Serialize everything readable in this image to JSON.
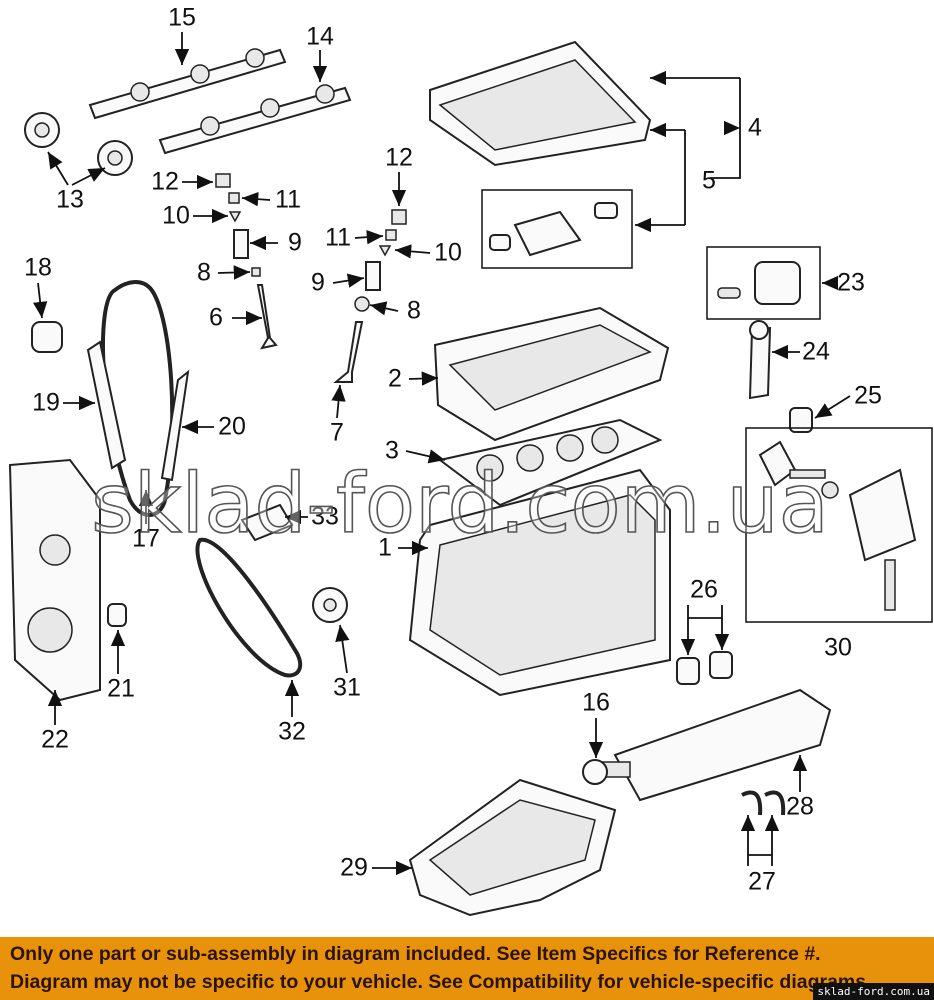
{
  "diagram": {
    "callouts": [
      "1",
      "2",
      "3",
      "4",
      "5",
      "6",
      "7",
      "8",
      "8",
      "9",
      "9",
      "10",
      "10",
      "11",
      "11",
      "12",
      "12",
      "13",
      "14",
      "15",
      "16",
      "17",
      "18",
      "19",
      "20",
      "21",
      "22",
      "23",
      "24",
      "25",
      "26",
      "27",
      "28",
      "29",
      "30",
      "31",
      "32",
      "33"
    ],
    "watermark": "sklad-ford.com.ua"
  },
  "banner": {
    "line1": "Only one part or sub-assembly in diagram included. See Item Specifics for Reference #.",
    "line2": "Diagram may not be specific to your vehicle. See Compatibility for vehicle-specific diagrams."
  },
  "site_tag": "sklad-ford.com.ua",
  "colors": {
    "banner": "#e8920c",
    "banner_text": "#2a1300"
  }
}
